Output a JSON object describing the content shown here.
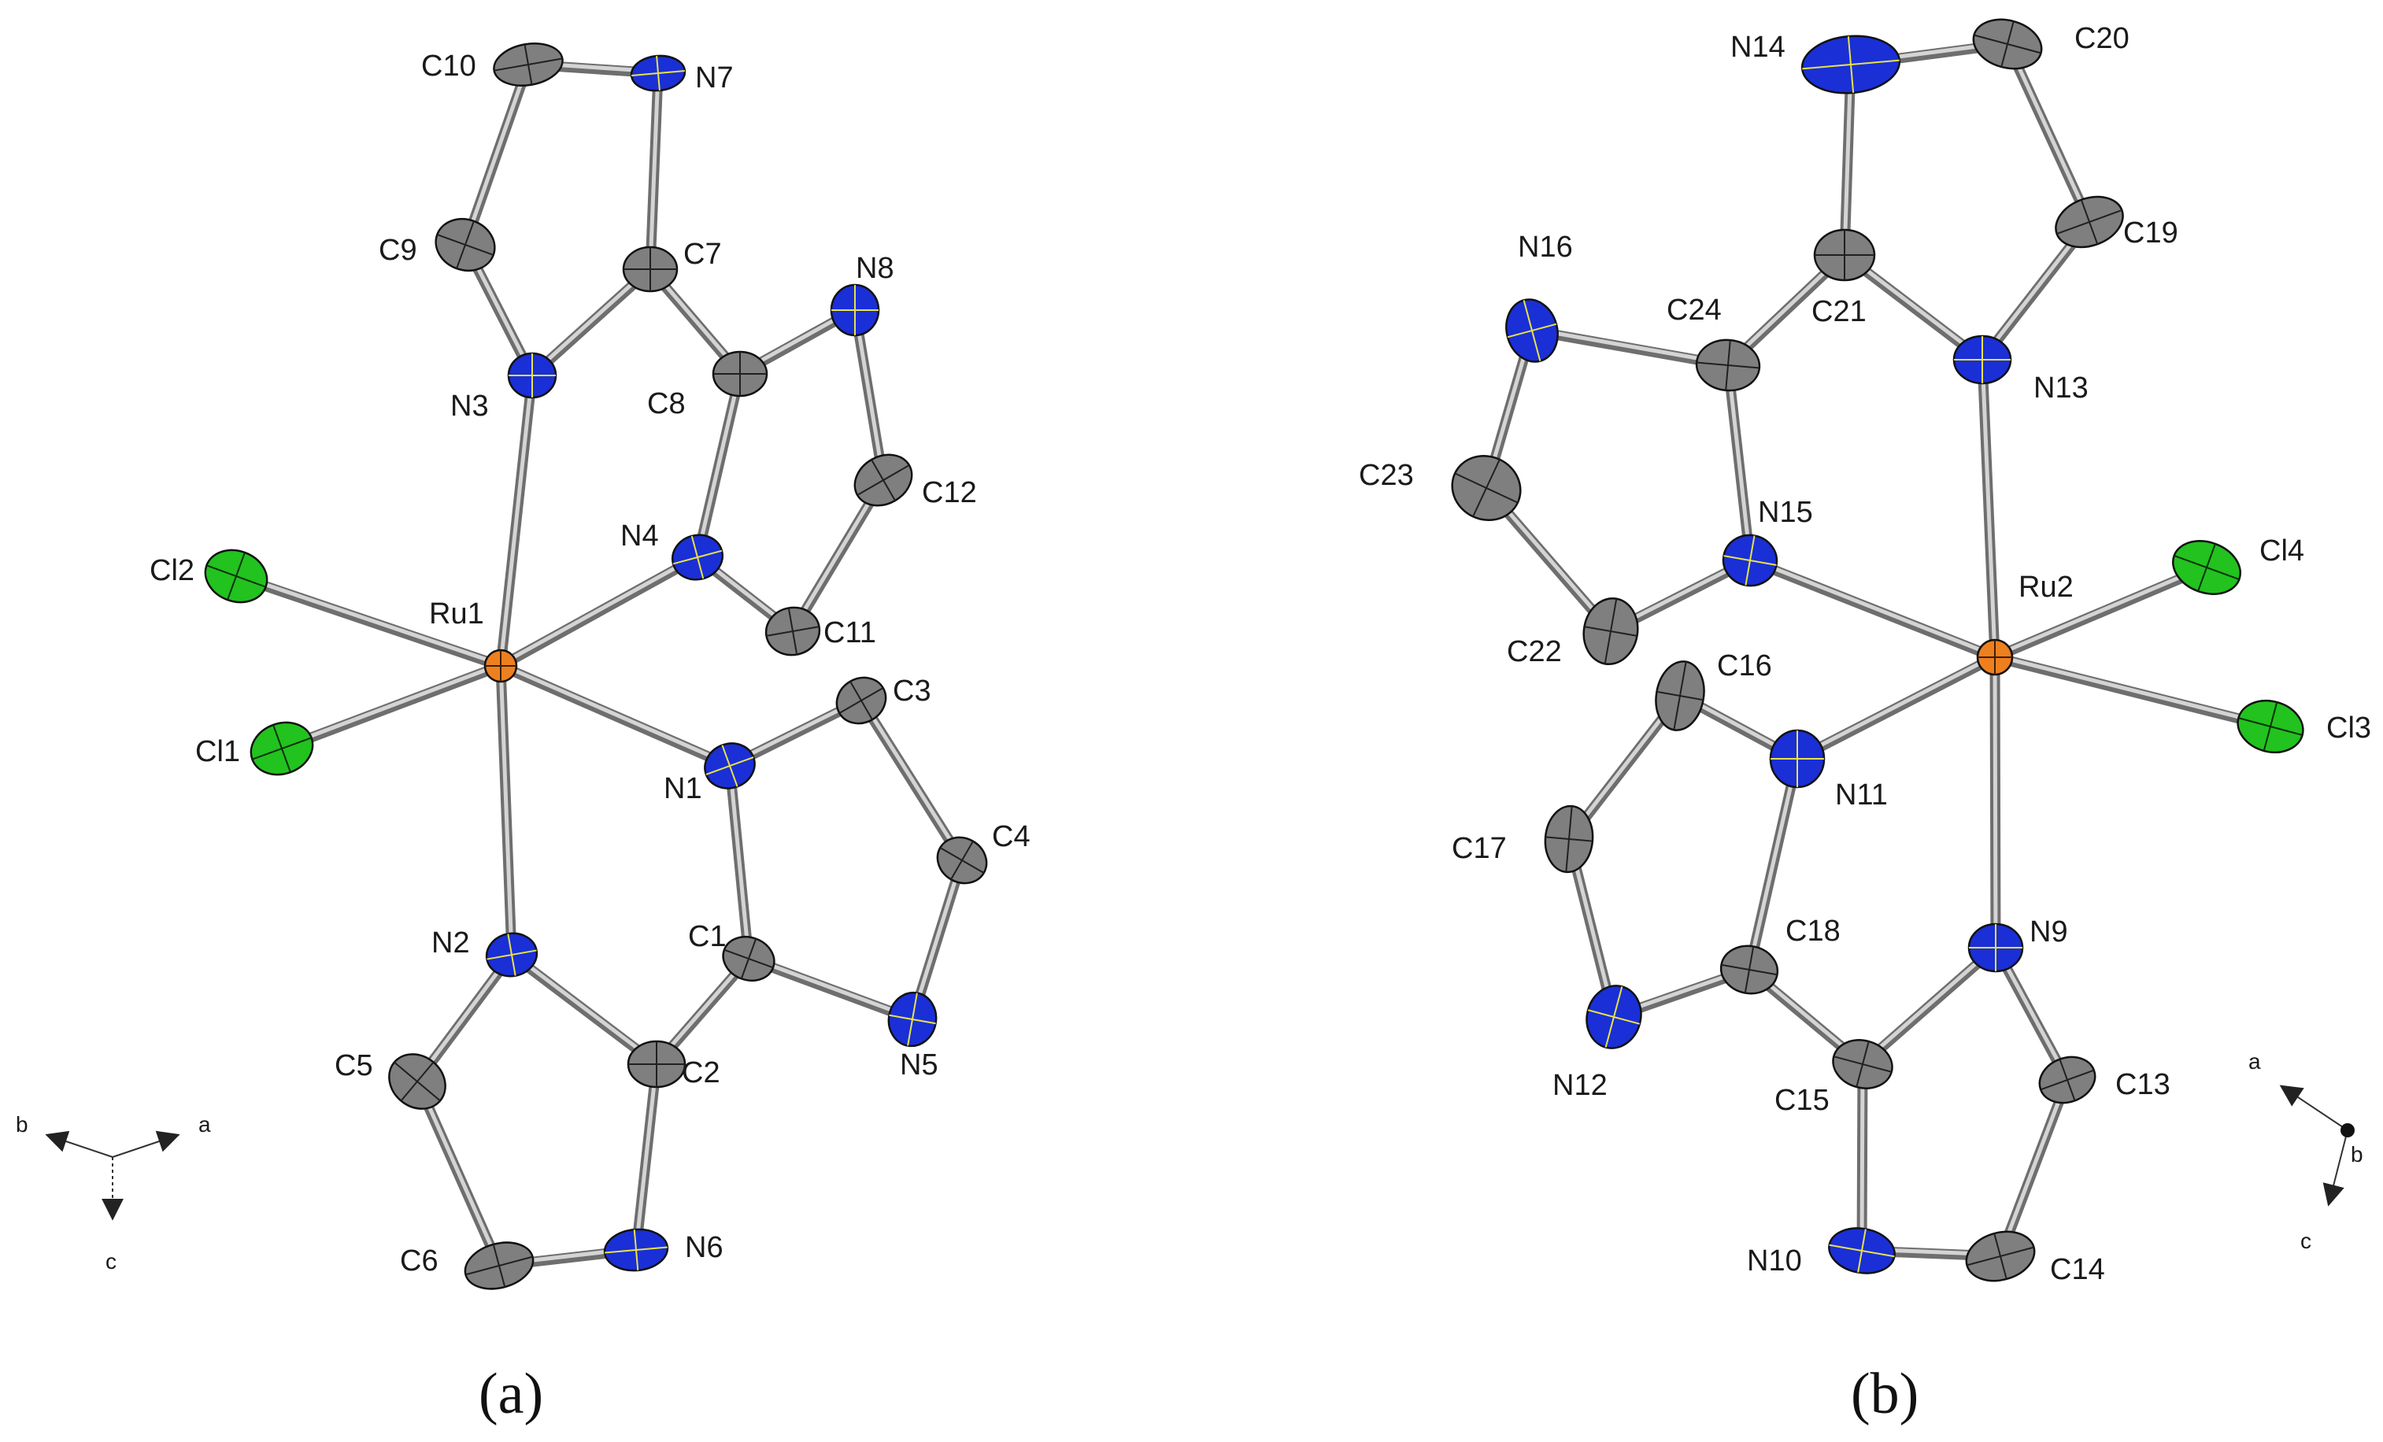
{
  "colors": {
    "C": "#7f7f7f",
    "N": "#1a2fd6",
    "Cl": "#22c21f",
    "Ru": "#ee7f1e",
    "principal_axes": "#e8e24a"
  },
  "panels": [
    {
      "id": "a",
      "caption": "(a)",
      "axes": {
        "x_left": "b",
        "x_right": "a",
        "down": "c"
      },
      "atoms": [
        {
          "id": "Ru1",
          "el": "Ru",
          "label": "Ru1"
        },
        {
          "id": "Cl1",
          "el": "Cl",
          "label": "Cl1"
        },
        {
          "id": "Cl2",
          "el": "Cl",
          "label": "Cl2"
        },
        {
          "id": "N1",
          "el": "N",
          "label": "N1"
        },
        {
          "id": "N2",
          "el": "N",
          "label": "N2"
        },
        {
          "id": "N3",
          "el": "N",
          "label": "N3"
        },
        {
          "id": "N4",
          "el": "N",
          "label": "N4"
        },
        {
          "id": "N5",
          "el": "N",
          "label": "N5"
        },
        {
          "id": "N6",
          "el": "N",
          "label": "N6"
        },
        {
          "id": "N7",
          "el": "N",
          "label": "N7"
        },
        {
          "id": "N8",
          "el": "N",
          "label": "N8"
        },
        {
          "id": "C1",
          "el": "C",
          "label": "C1"
        },
        {
          "id": "C2",
          "el": "C",
          "label": "C2"
        },
        {
          "id": "C3",
          "el": "C",
          "label": "C3"
        },
        {
          "id": "C4",
          "el": "C",
          "label": "C4"
        },
        {
          "id": "C5",
          "el": "C",
          "label": "C5"
        },
        {
          "id": "C6",
          "el": "C",
          "label": "C6"
        },
        {
          "id": "C7",
          "el": "C",
          "label": "C7"
        },
        {
          "id": "C8",
          "el": "C",
          "label": "C8"
        },
        {
          "id": "C9",
          "el": "C",
          "label": "C9"
        },
        {
          "id": "C10",
          "el": "C",
          "label": "C10"
        },
        {
          "id": "C11",
          "el": "C",
          "label": "C11"
        },
        {
          "id": "C12",
          "el": "C",
          "label": "C12"
        }
      ],
      "bonds": [
        [
          "Ru1",
          "Cl1"
        ],
        [
          "Ru1",
          "Cl2"
        ],
        [
          "Ru1",
          "N1"
        ],
        [
          "Ru1",
          "N2"
        ],
        [
          "Ru1",
          "N3"
        ],
        [
          "Ru1",
          "N4"
        ],
        [
          "N3",
          "C9"
        ],
        [
          "C9",
          "C10"
        ],
        [
          "C10",
          "N7"
        ],
        [
          "N7",
          "C7"
        ],
        [
          "C7",
          "N3"
        ],
        [
          "C7",
          "C8"
        ],
        [
          "C8",
          "N8"
        ],
        [
          "N8",
          "C12"
        ],
        [
          "C12",
          "C11"
        ],
        [
          "C11",
          "N4"
        ],
        [
          "N4",
          "C8"
        ],
        [
          "N1",
          "C3"
        ],
        [
          "C3",
          "C4"
        ],
        [
          "C4",
          "N5"
        ],
        [
          "N5",
          "C1"
        ],
        [
          "C1",
          "N1"
        ],
        [
          "C1",
          "C2"
        ],
        [
          "C2",
          "N2"
        ],
        [
          "N2",
          "C5"
        ],
        [
          "C5",
          "C6"
        ],
        [
          "C6",
          "N6"
        ],
        [
          "N6",
          "C2"
        ]
      ]
    },
    {
      "id": "b",
      "caption": "(b)",
      "axes": {
        "up_left": "a",
        "dot": "b",
        "down": "c"
      },
      "atoms": [
        {
          "id": "Ru2",
          "el": "Ru",
          "label": "Ru2"
        },
        {
          "id": "Cl3",
          "el": "Cl",
          "label": "Cl3"
        },
        {
          "id": "Cl4",
          "el": "Cl",
          "label": "Cl4"
        },
        {
          "id": "N9",
          "el": "N",
          "label": "N9"
        },
        {
          "id": "N10",
          "el": "N",
          "label": "N10"
        },
        {
          "id": "N11",
          "el": "N",
          "label": "N11"
        },
        {
          "id": "N12",
          "el": "N",
          "label": "N12"
        },
        {
          "id": "N13",
          "el": "N",
          "label": "N13"
        },
        {
          "id": "N14",
          "el": "N",
          "label": "N14"
        },
        {
          "id": "N15",
          "el": "N",
          "label": "N15"
        },
        {
          "id": "N16",
          "el": "N",
          "label": "N16"
        },
        {
          "id": "C13",
          "el": "C",
          "label": "C13"
        },
        {
          "id": "C14",
          "el": "C",
          "label": "C14"
        },
        {
          "id": "C15",
          "el": "C",
          "label": "C15"
        },
        {
          "id": "C16",
          "el": "C",
          "label": "C16"
        },
        {
          "id": "C17",
          "el": "C",
          "label": "C17"
        },
        {
          "id": "C18",
          "el": "C",
          "label": "C18"
        },
        {
          "id": "C19",
          "el": "C",
          "label": "C19"
        },
        {
          "id": "C20",
          "el": "C",
          "label": "C20"
        },
        {
          "id": "C21",
          "el": "C",
          "label": "C21"
        },
        {
          "id": "C22",
          "el": "C",
          "label": "C22"
        },
        {
          "id": "C23",
          "el": "C",
          "label": "C23"
        },
        {
          "id": "C24",
          "el": "C",
          "label": "C24"
        }
      ],
      "bonds": [
        [
          "Ru2",
          "Cl3"
        ],
        [
          "Ru2",
          "Cl4"
        ],
        [
          "Ru2",
          "N9"
        ],
        [
          "Ru2",
          "N11"
        ],
        [
          "Ru2",
          "N13"
        ],
        [
          "Ru2",
          "N15"
        ],
        [
          "N13",
          "C19"
        ],
        [
          "C19",
          "C20"
        ],
        [
          "C20",
          "N14"
        ],
        [
          "N14",
          "C21"
        ],
        [
          "C21",
          "N13"
        ],
        [
          "C21",
          "C24"
        ],
        [
          "C24",
          "N16"
        ],
        [
          "N16",
          "C23"
        ],
        [
          "C23",
          "C22"
        ],
        [
          "C22",
          "N15"
        ],
        [
          "N15",
          "C24"
        ],
        [
          "N11",
          "C16"
        ],
        [
          "C16",
          "C17"
        ],
        [
          "C17",
          "N12"
        ],
        [
          "N12",
          "C18"
        ],
        [
          "C18",
          "N11"
        ],
        [
          "C18",
          "C15"
        ],
        [
          "C15",
          "N9"
        ],
        [
          "N9",
          "C13"
        ],
        [
          "C13",
          "C14"
        ],
        [
          "C14",
          "N10"
        ],
        [
          "N10",
          "C15"
        ]
      ]
    }
  ]
}
